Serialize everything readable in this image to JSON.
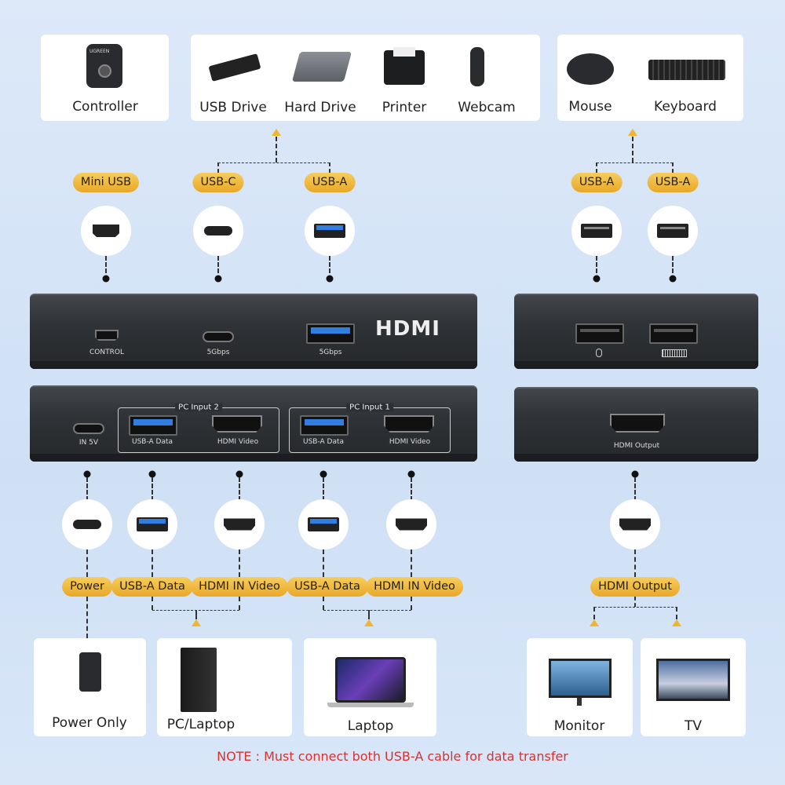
{
  "top_devices": {
    "controller": {
      "label": "Controller",
      "brand": "UGREEN"
    },
    "storage": [
      {
        "label": "USB Drive",
        "icon": "usb-drive-icon"
      },
      {
        "label": "Hard Drive",
        "icon": "hard-drive-icon"
      },
      {
        "label": "Printer",
        "icon": "printer-icon"
      },
      {
        "label": "Webcam",
        "icon": "webcam-icon"
      }
    ],
    "peripherals": [
      {
        "label": "Mouse",
        "icon": "mouse-icon"
      },
      {
        "label": "Keyboard",
        "icon": "keyboard-icon"
      }
    ]
  },
  "top_ports": [
    {
      "badge": "Mini USB",
      "icon": "mini-usb-port-icon"
    },
    {
      "badge": "USB-C",
      "icon": "usb-c-port-icon"
    },
    {
      "badge": "USB-A",
      "icon": "usb-a-port-icon"
    },
    {
      "badge": "USB-A",
      "icon": "usb-a-port-icon"
    },
    {
      "badge": "USB-A",
      "icon": "usb-a-port-icon"
    }
  ],
  "switch_front": {
    "control": "CONTROL",
    "usbc": "5Gbps",
    "usba": "5Gbps",
    "logo": "HDMI"
  },
  "switch_back": {
    "power": "IN 5V",
    "pc2": "PC Input 2",
    "pc1": "PC Input 1",
    "usb_data": "USB-A Data",
    "hdmi_video": "HDMI Video"
  },
  "extender_front": {
    "mouse_symbol": "mouse-icon",
    "keyboard_symbol": "keyboard-icon"
  },
  "extender_back": {
    "hdmi_out": "HDMI Output"
  },
  "bottom_ports": [
    {
      "badge": "Power"
    },
    {
      "badge": "USB-A Data"
    },
    {
      "badge": "HDMI IN Video"
    },
    {
      "badge": "USB-A Data"
    },
    {
      "badge": "HDMI IN Video"
    },
    {
      "badge": "HDMI Output"
    }
  ],
  "bottom_devices": [
    {
      "label": "Power Only"
    },
    {
      "label": "PC/Laptop"
    },
    {
      "label": "Laptop"
    },
    {
      "label": "Monitor"
    },
    {
      "label": "TV"
    }
  ],
  "note": "NOTE : Must connect both USB-A cable for data transfer",
  "colors": {
    "badge": "#f0b431",
    "note": "#d8322e",
    "usb3_blue": "#2f7ee0",
    "background": "#d5e4f7"
  }
}
